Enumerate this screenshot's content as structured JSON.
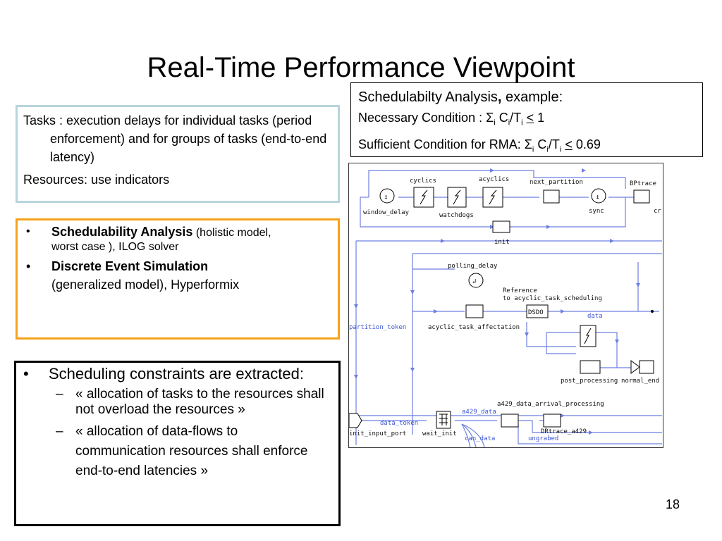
{
  "slide": {
    "title": "Real-Time Performance Viewpoint",
    "page_number": "18"
  },
  "schedulability_box": {
    "heading_prefix": "Schedulabilty Analysis",
    "heading_comma": ",",
    "heading_suffix": " example:",
    "necessary_label": "Necessary Condition : ",
    "necessary_rhs": "1",
    "sufficient_label": "Sufficient Condition for RMA: ",
    "sufficient_rhs": "0.69",
    "sigma": "Σ",
    "sub_i": "i",
    "c": "C",
    "slash_t": "/T",
    "leq": "<"
  },
  "tasks_box": {
    "line1": "Tasks : execution delays for individual tasks (period enforcement) and for groups of tasks (end-to-end latency)",
    "line2": "Resources: use indicators"
  },
  "analysis_box": {
    "bullet": "•",
    "items": [
      {
        "bold": "Schedulability Analysis",
        "rest_inline": " (holistic model,",
        "rest_next": "worst case ), ILOG solver"
      },
      {
        "bold": "Discrete Event Simulation",
        "rest_next": "(generalized model), Hyperformix"
      }
    ]
  },
  "constraints_box": {
    "bullet": "•",
    "dash": "–",
    "top": "Scheduling constraints are extracted:",
    "subs": [
      "« allocation of tasks to the resources shall not overload the resources »",
      "« allocation of data-flows to communication resources shall enforce end-to-end latencies »"
    ]
  },
  "diagram": {
    "labels": {
      "cyclics": "cyclics",
      "acyclics": "acyclics",
      "next_partition": "next_partition",
      "bptrace": "BPtrace",
      "window_delay": "window_delay",
      "watchdogs": "watchdogs",
      "sync": "sync",
      "cr": "cr",
      "init": "init",
      "polling_delay": "polling_delay",
      "reference": "Reference",
      "reference2": "to acyclic_task_scheduling",
      "data": "data",
      "partition_token": "partition_token",
      "acyclic_task_affectation": "acyclic_task_affectation",
      "post_processing": "post_processing",
      "normal_end": "normal_end",
      "a429_data_arrival_processing": "a429_data_arrival_processing",
      "a429_data": "a429_data",
      "data_token": "data_token",
      "init_input_port": "init_input_port",
      "wait_init": "wait_init",
      "drtrace_a429": "DRtrace_a429",
      "can_data": "can_data",
      "ungrabed": "ungrabed",
      "merge_symbol": "DSDO"
    }
  }
}
